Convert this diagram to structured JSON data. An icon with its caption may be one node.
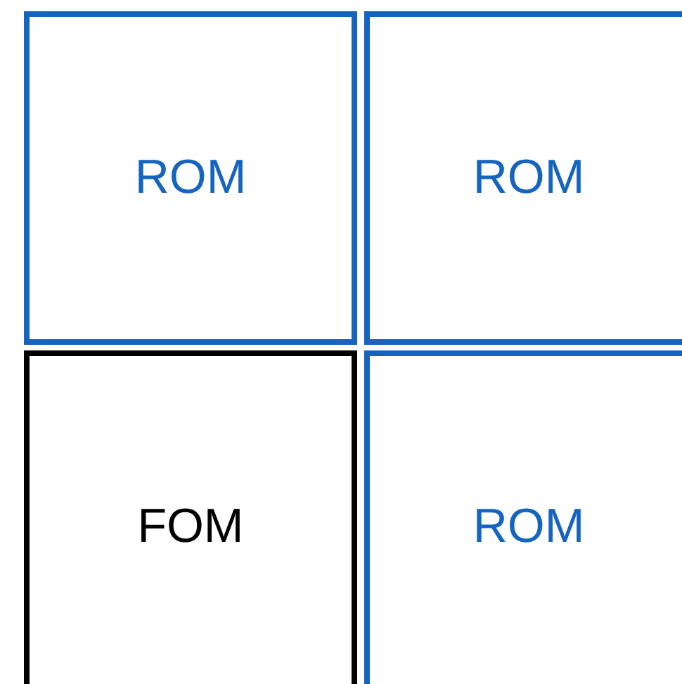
{
  "diagram": {
    "nodes": [
      {
        "text": [
          "ROM"
        ]
      },
      {
        "text": [
          "ROM"
        ]
      },
      {
        "text": [
          "FOM"
        ]
      },
      {
        "text": [
          "ROM"
        ]
      }
    ]
  }
}
